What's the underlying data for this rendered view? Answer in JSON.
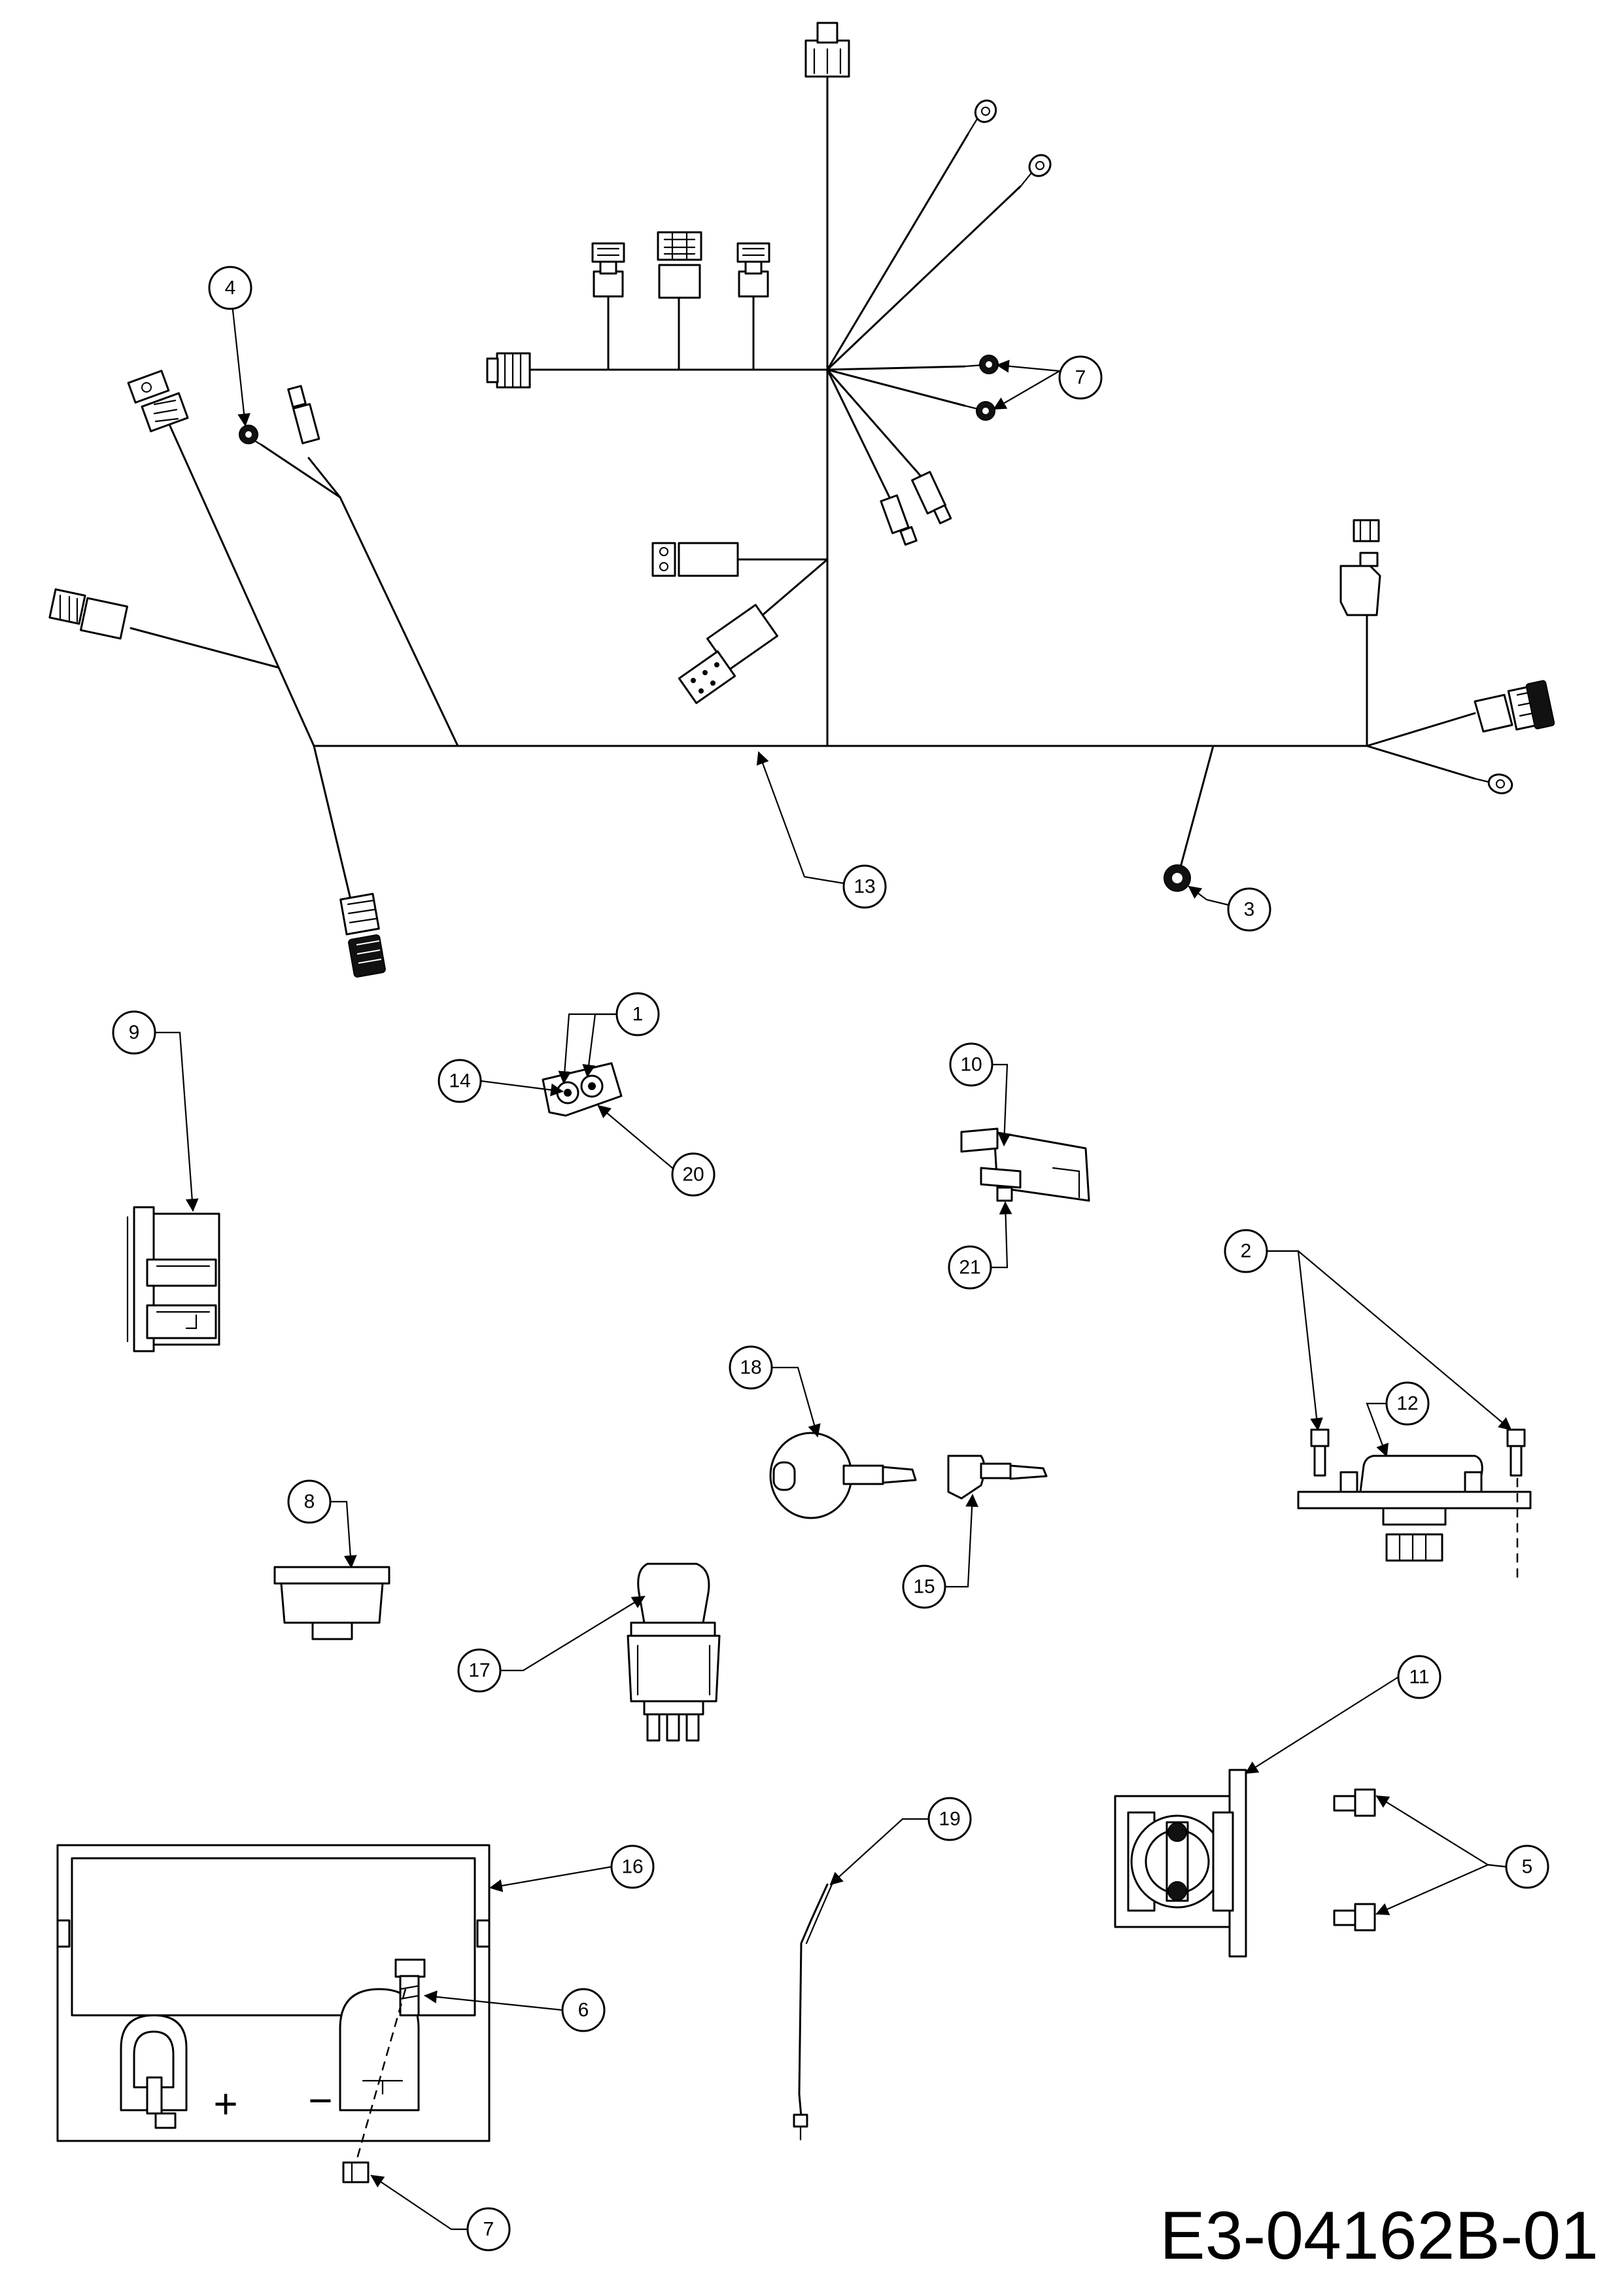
{
  "drawing_number": "E3-04162B-01",
  "callouts": [
    {
      "id": "c1",
      "label": "1"
    },
    {
      "id": "c2",
      "label": "2"
    },
    {
      "id": "c3",
      "label": "3"
    },
    {
      "id": "c4",
      "label": "4"
    },
    {
      "id": "c5",
      "label": "5"
    },
    {
      "id": "c6",
      "label": "6"
    },
    {
      "id": "c7a",
      "label": "7"
    },
    {
      "id": "c7b",
      "label": "7"
    },
    {
      "id": "c8",
      "label": "8"
    },
    {
      "id": "c9",
      "label": "9"
    },
    {
      "id": "c10",
      "label": "10"
    },
    {
      "id": "c11",
      "label": "11"
    },
    {
      "id": "c12",
      "label": "12"
    },
    {
      "id": "c13",
      "label": "13"
    },
    {
      "id": "c14",
      "label": "14"
    },
    {
      "id": "c15",
      "label": "15"
    },
    {
      "id": "c16",
      "label": "16"
    },
    {
      "id": "c17",
      "label": "17"
    },
    {
      "id": "c18",
      "label": "18"
    },
    {
      "id": "c19",
      "label": "19"
    },
    {
      "id": "c20",
      "label": "20"
    },
    {
      "id": "c21",
      "label": "21"
    }
  ],
  "battery_terminals": {
    "positive": "+",
    "negative": "−"
  }
}
